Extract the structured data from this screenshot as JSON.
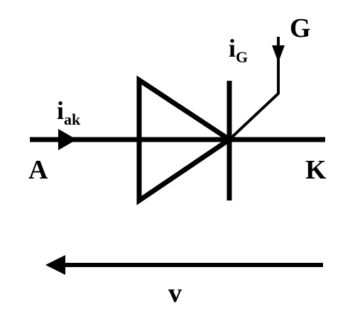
{
  "labels": {
    "anode": "A",
    "cathode": "K",
    "gate": "G",
    "current_ak_main": "i",
    "current_ak_sub": "ak",
    "current_g_main": "i",
    "current_g_sub": "G",
    "voltage": "v"
  },
  "colors": {
    "stroke": "#000000",
    "background": "#ffffff"
  }
}
